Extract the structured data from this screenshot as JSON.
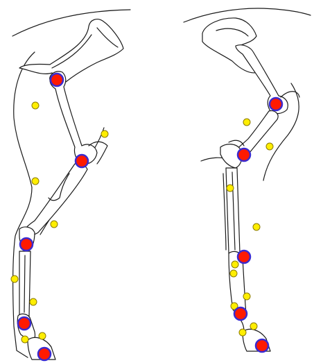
{
  "figure": {
    "subject": "horse-limb-skeleton-marker-placement",
    "panels": [
      {
        "id": "forelimb",
        "view": "lateral"
      },
      {
        "id": "hindlimb",
        "view": "lateral"
      }
    ]
  },
  "legend": {
    "joint_marker_color": "#ff1a00",
    "joint_marker_ring": "#3a2ad0",
    "surface_marker_color": "#ffee00",
    "surface_marker_ring": "#8a7a00"
  },
  "colors": {
    "line": "#1a1a1a",
    "bone_fill": "#ffffff",
    "background": "#ffffff"
  }
}
